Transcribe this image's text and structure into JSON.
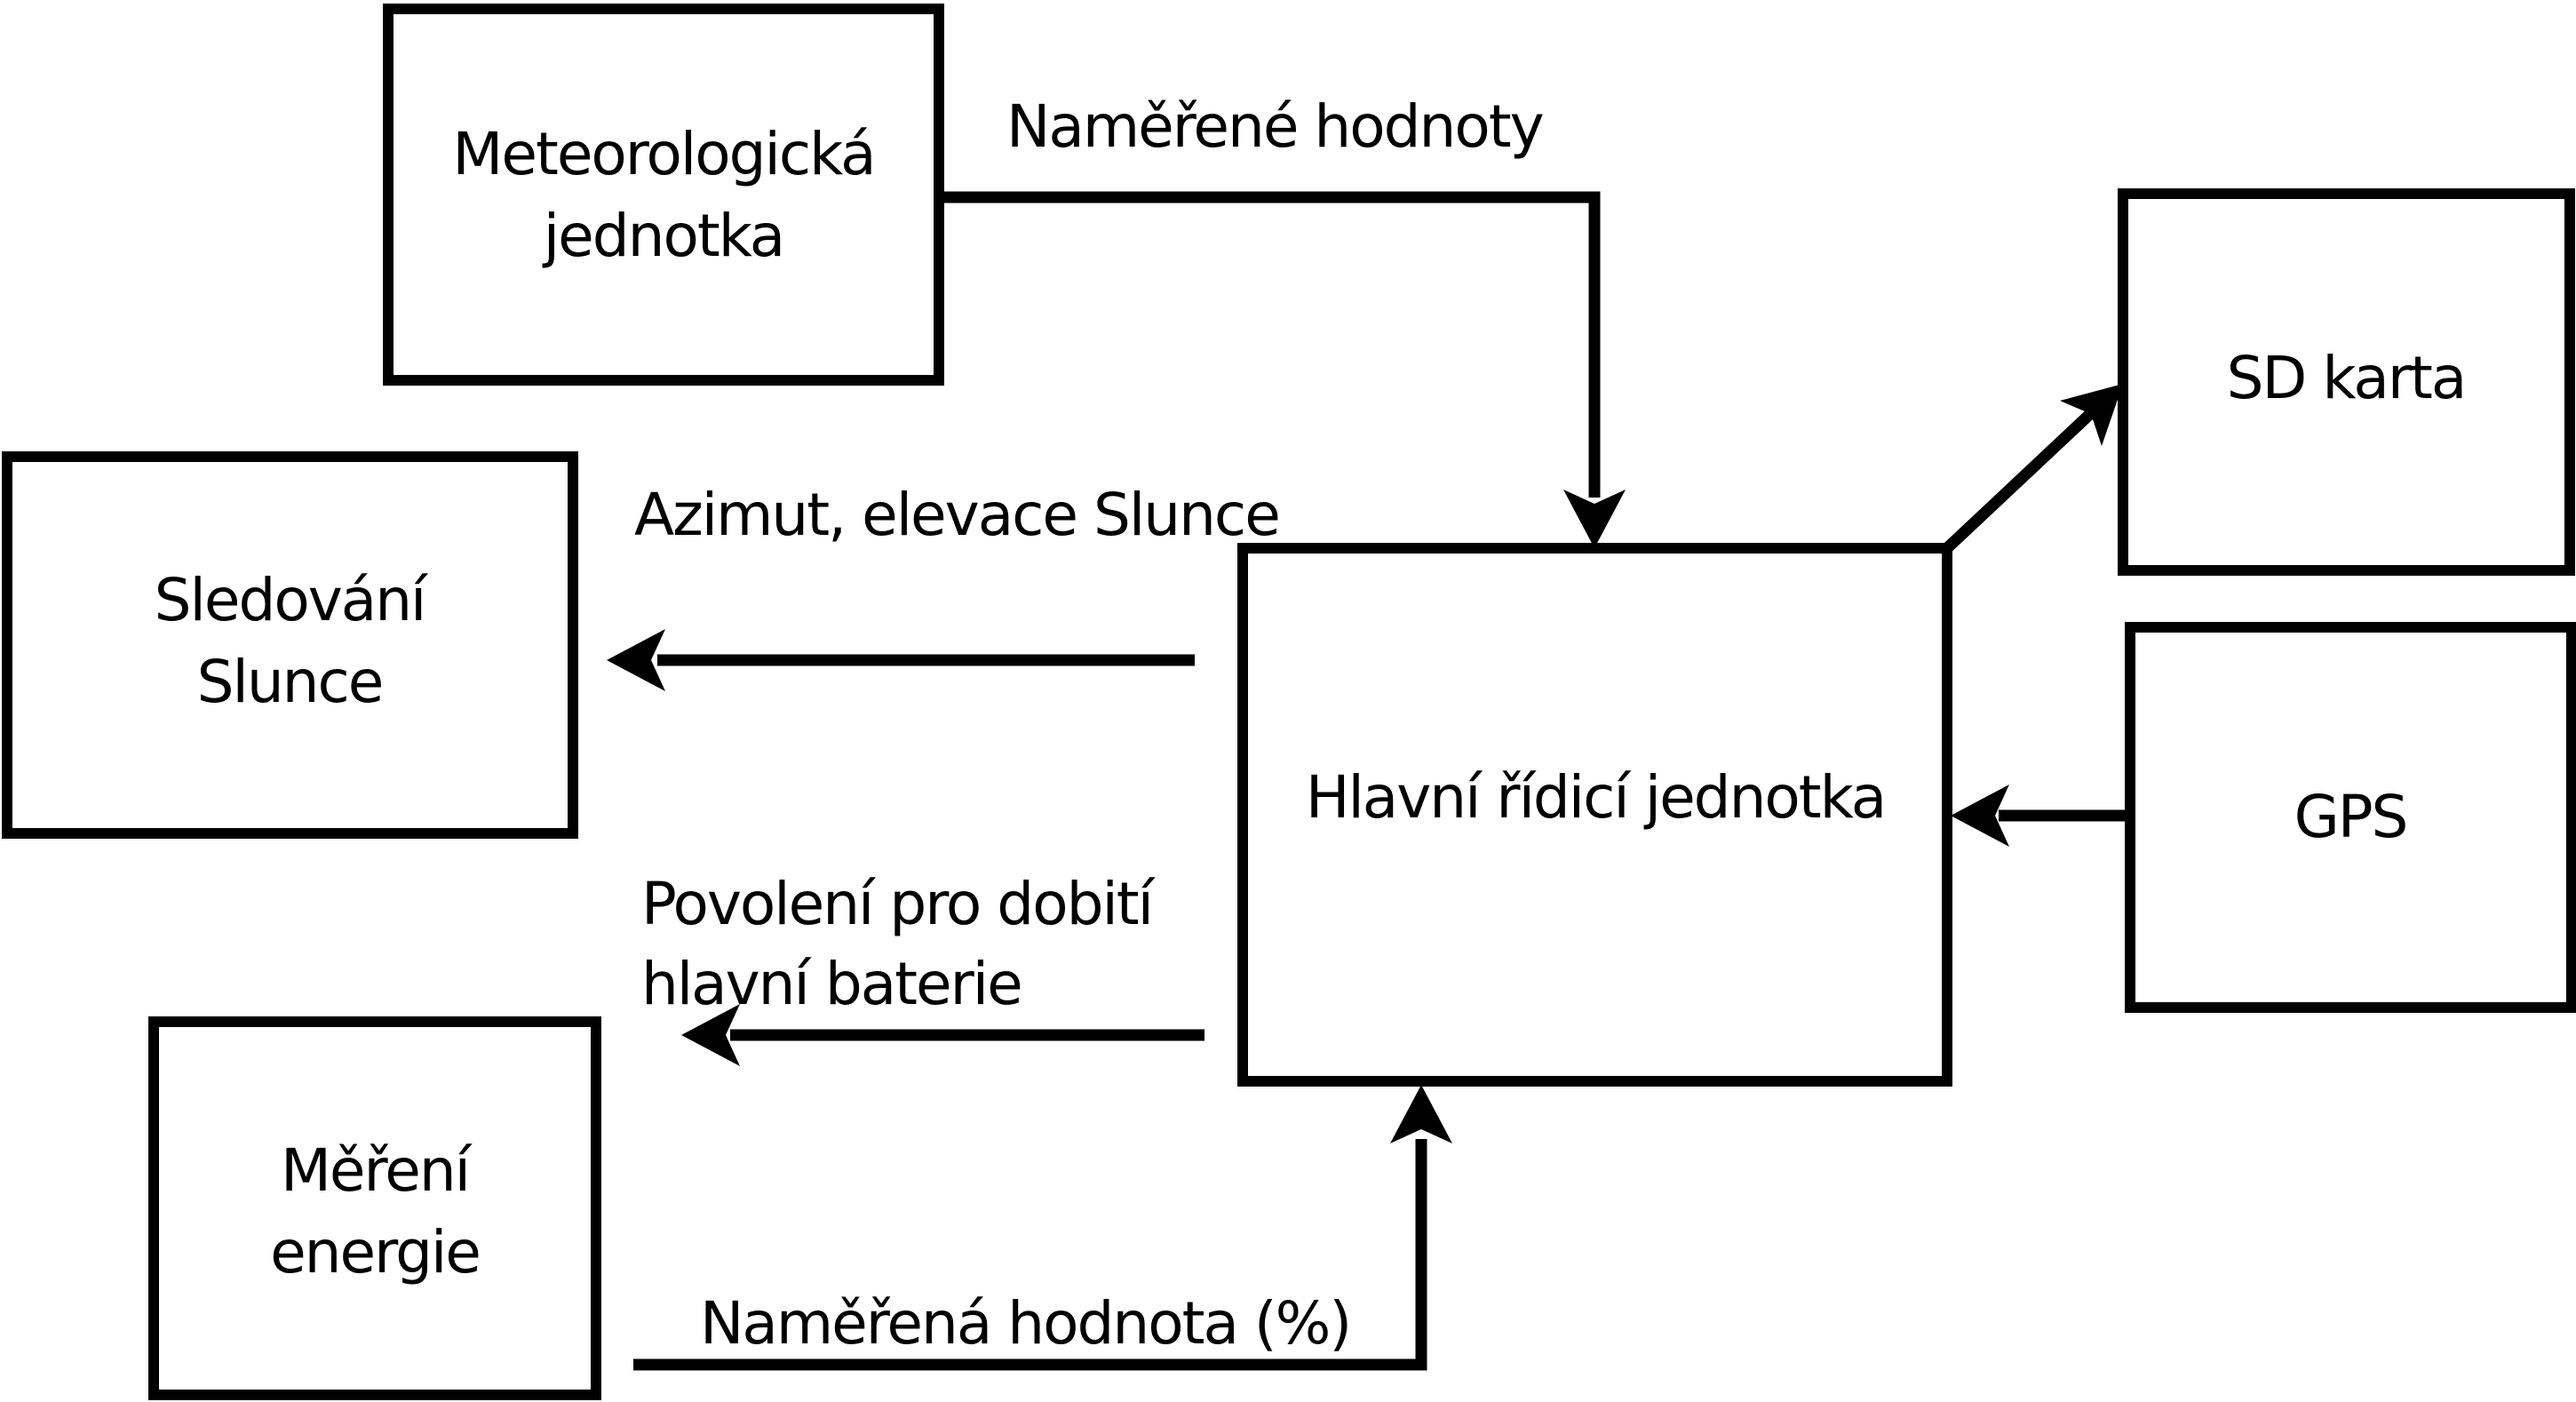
{
  "diagram": {
    "type": "block-diagram",
    "background_color": "#ffffff",
    "line_color": "#000000",
    "text_color": "#000000",
    "nodes": {
      "meteo": {
        "line1": "Meteorologická",
        "line2": "jednotka"
      },
      "sledovani": {
        "line1": "Sledování",
        "line2": "Slunce"
      },
      "mereni": {
        "line1": "Měření",
        "line2": "energie"
      },
      "hlavni": {
        "label": "Hlavní řídicí jednotka"
      },
      "sd": {
        "label": "SD karta"
      },
      "gps": {
        "label": "GPS"
      }
    },
    "edges": {
      "meteo_to_hlavni": {
        "from": "Meteorologická jednotka",
        "to": "Hlavní řídicí jednotka",
        "label": "Naměřené hodnoty"
      },
      "hlavni_to_sledovani": {
        "from": "Hlavní řídicí jednotka",
        "to": "Sledování Slunce",
        "label": "Azimut, elevace Slunce"
      },
      "hlavni_to_dobiti": {
        "from": "Hlavní řídicí jednotka",
        "label_line1": "Povolení pro dobití",
        "label_line2": "hlavní baterie"
      },
      "mereni_to_hlavni": {
        "from": "Měření energie",
        "to": "Hlavní řídicí jednotka",
        "label": "Naměřená hodnota (%)"
      },
      "hlavni_to_sd": {
        "from": "Hlavní řídicí jednotka",
        "to": "SD karta"
      },
      "gps_to_hlavni": {
        "from": "GPS",
        "to": "Hlavní řídicí jednotka"
      }
    }
  }
}
